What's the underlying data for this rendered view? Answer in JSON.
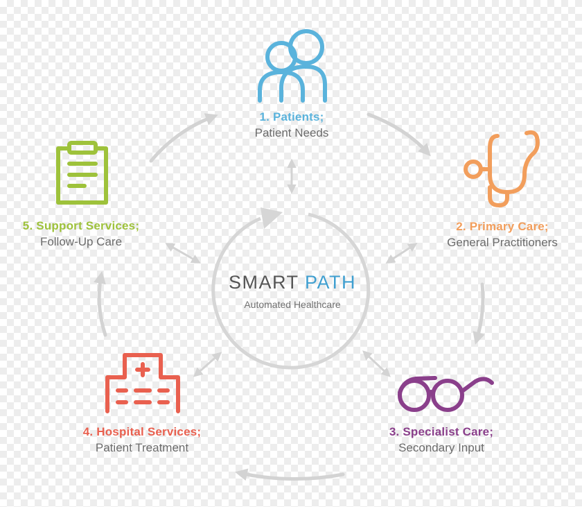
{
  "colors": {
    "patients": "#5ab3dc",
    "primary": "#f29e5c",
    "specialist": "#8a3f8b",
    "hospital": "#e9604f",
    "support": "#9ec23b",
    "arrow": "#d3d3d3",
    "ring": "#d6d6d6",
    "smart": "#555555",
    "path": "#3f9fd0"
  },
  "center": {
    "title_a": "SMART",
    "title_b": "PATH",
    "tagline": "Automated Healthcare"
  },
  "nodes": {
    "patients": {
      "title": "1. Patients;",
      "subtitle": "Patient Needs",
      "icon": "users-icon"
    },
    "primary": {
      "title": "2. Primary Care;",
      "subtitle": "General Practitioners",
      "icon": "stethoscope-icon"
    },
    "specialist": {
      "title": "3. Specialist Care;",
      "subtitle": "Secondary Input",
      "icon": "glasses-icon"
    },
    "hospital": {
      "title": "4. Hospital Services;",
      "subtitle": "Patient Treatment",
      "icon": "hospital-icon"
    },
    "support": {
      "title": "5. Support Services;",
      "subtitle": "Follow-Up Care",
      "icon": "clipboard-icon"
    }
  }
}
